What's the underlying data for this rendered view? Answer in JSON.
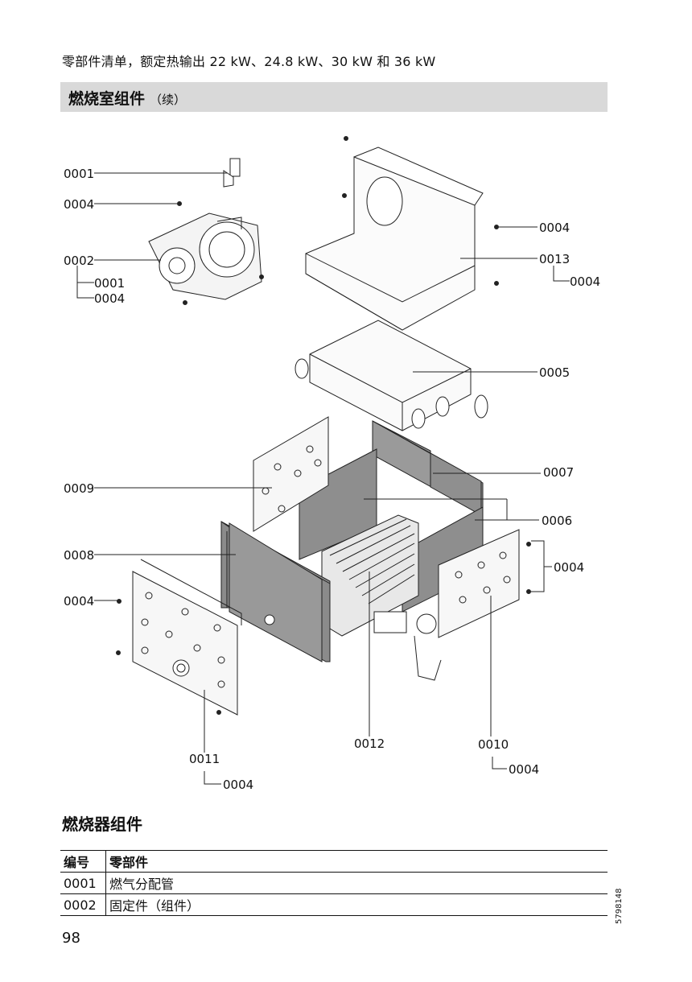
{
  "header": {
    "subtitle": "零部件清单，额定热输出 22 kW、24.8 kW、30 kW 和 36 kW",
    "section_title": "燃烧室组件",
    "section_title_suffix": "（续）"
  },
  "callouts": {
    "c0001": "0001",
    "c0004_a": "0004",
    "c0002": "0002",
    "c0002_sub1": "0001",
    "c0002_sub2": "0004",
    "c0004_right_top": "0004",
    "c0013": "0013",
    "c0013_sub": "0004",
    "c0005": "0005",
    "c0007": "0007",
    "c0009": "0009",
    "c0006": "0006",
    "c0008": "0008",
    "c0004_right_mid": "0004",
    "c0004_left": "0004",
    "c0012": "0012",
    "c0010": "0010",
    "c0010_sub": "0004",
    "c0011": "0011",
    "c0011_sub": "0004"
  },
  "burner_section": {
    "title": "燃烧器组件",
    "columns": [
      "编号",
      "零部件"
    ],
    "rows": [
      [
        "0001",
        "燃气分配管"
      ],
      [
        "0002",
        "固定件（组件）"
      ]
    ]
  },
  "footer": {
    "page_number": "98",
    "doc_number": "5798148"
  }
}
